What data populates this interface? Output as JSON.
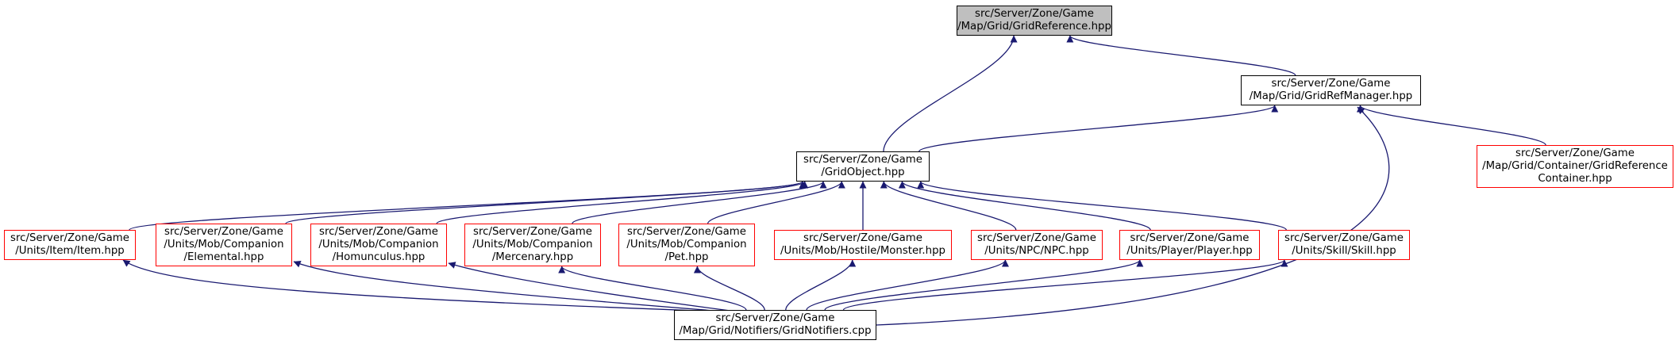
{
  "colors": {
    "edge": "#191970",
    "focus_fill": "#bfbfbf",
    "truncated_border": "#ff0000",
    "normal_border": "#000000"
  },
  "nodes": {
    "grid_reference": {
      "lines": [
        "src/Server/Zone/Game",
        "/Map/Grid/GridReference.hpp"
      ],
      "style": "focus"
    },
    "grid_ref_manager": {
      "lines": [
        "src/Server/Zone/Game",
        "/Map/Grid/GridRefManager.hpp"
      ],
      "style": "normal"
    },
    "grid_object": {
      "lines": [
        "src/Server/Zone/Game",
        "/GridObject.hpp"
      ],
      "style": "normal"
    },
    "grid_reference_container": {
      "lines": [
        "src/Server/Zone/Game",
        "/Map/Grid/Container/GridReference",
        "Container.hpp"
      ],
      "style": "red"
    },
    "item": {
      "lines": [
        "src/Server/Zone/Game",
        "/Units/Item/Item.hpp"
      ],
      "style": "red"
    },
    "elemental": {
      "lines": [
        "src/Server/Zone/Game",
        "/Units/Mob/Companion",
        "/Elemental.hpp"
      ],
      "style": "red"
    },
    "homunculus": {
      "lines": [
        "src/Server/Zone/Game",
        "/Units/Mob/Companion",
        "/Homunculus.hpp"
      ],
      "style": "red"
    },
    "mercenary": {
      "lines": [
        "src/Server/Zone/Game",
        "/Units/Mob/Companion",
        "/Mercenary.hpp"
      ],
      "style": "red"
    },
    "pet": {
      "lines": [
        "src/Server/Zone/Game",
        "/Units/Mob/Companion",
        "/Pet.hpp"
      ],
      "style": "red"
    },
    "monster": {
      "lines": [
        "src/Server/Zone/Game",
        "/Units/Mob/Hostile/Monster.hpp"
      ],
      "style": "red"
    },
    "npc": {
      "lines": [
        "src/Server/Zone/Game",
        "/Units/NPC/NPC.hpp"
      ],
      "style": "red"
    },
    "player": {
      "lines": [
        "src/Server/Zone/Game",
        "/Units/Player/Player.hpp"
      ],
      "style": "red"
    },
    "skill": {
      "lines": [
        "src/Server/Zone/Game",
        "/Units/Skill/Skill.hpp"
      ],
      "style": "red"
    },
    "grid_notifiers": {
      "lines": [
        "src/Server/Zone/Game",
        "/Map/Grid/Notifiers/GridNotifiers.cpp"
      ],
      "style": "normal"
    }
  },
  "edges": [
    {
      "from": "grid_ref_manager",
      "to": "grid_reference"
    },
    {
      "from": "grid_object",
      "to": "grid_reference"
    },
    {
      "from": "grid_object",
      "to": "grid_ref_manager"
    },
    {
      "from": "grid_reference_container",
      "to": "grid_ref_manager"
    },
    {
      "from": "grid_notifiers",
      "to": "grid_ref_manager"
    },
    {
      "from": "item",
      "to": "grid_object"
    },
    {
      "from": "elemental",
      "to": "grid_object"
    },
    {
      "from": "homunculus",
      "to": "grid_object"
    },
    {
      "from": "mercenary",
      "to": "grid_object"
    },
    {
      "from": "pet",
      "to": "grid_object"
    },
    {
      "from": "monster",
      "to": "grid_object"
    },
    {
      "from": "npc",
      "to": "grid_object"
    },
    {
      "from": "player",
      "to": "grid_object"
    },
    {
      "from": "skill",
      "to": "grid_object"
    },
    {
      "from": "grid_notifiers",
      "to": "item"
    },
    {
      "from": "grid_notifiers",
      "to": "elemental"
    },
    {
      "from": "grid_notifiers",
      "to": "homunculus"
    },
    {
      "from": "grid_notifiers",
      "to": "mercenary"
    },
    {
      "from": "grid_notifiers",
      "to": "pet"
    },
    {
      "from": "grid_notifiers",
      "to": "monster"
    },
    {
      "from": "grid_notifiers",
      "to": "npc"
    },
    {
      "from": "grid_notifiers",
      "to": "player"
    },
    {
      "from": "grid_notifiers",
      "to": "skill"
    }
  ]
}
